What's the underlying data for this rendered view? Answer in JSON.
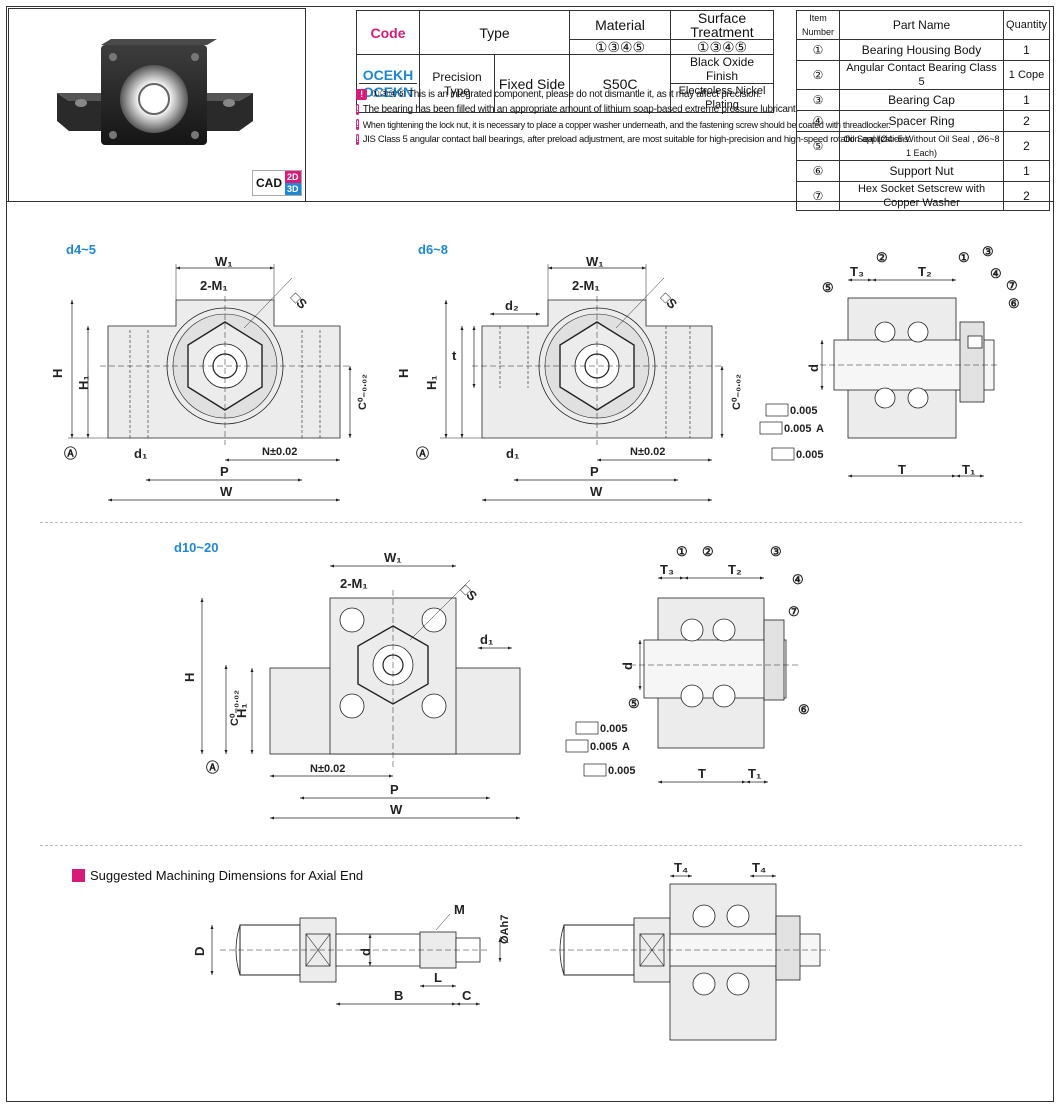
{
  "spec_table": {
    "code_header": "Code",
    "type_header": "Type",
    "material_header": "Material",
    "material_marks": "①③④⑤",
    "surface_header": "Surface Treatment",
    "surface_marks": "①③④⑤",
    "code_1": "OCEKH",
    "code_2": "OCEKN",
    "type_1": "Precision Type",
    "type_2": "Fixed Side",
    "material": "S50C",
    "surface_1": "Black Oxide Finish",
    "surface_2": "Electroless Nickel Plating"
  },
  "notes": [
    "①③④⑤ This is an integrated component, please do not dismantle it, as it may affect precision.",
    "The bearing has been filled with an appropriate amount of lithium soap-based extreme pressure lubricant.",
    "When tightening the lock nut, it is necessary to place a copper washer underneath, and the fastening screw should be coated with threadlocker.",
    "JIS Class 5 angular contact ball bearings, after preload adjustment, are most suitable for high-precision and high-speed rotation applications."
  ],
  "parts_table": {
    "headers": [
      "Item Number",
      "Part Name",
      "Quantity"
    ],
    "rows": [
      {
        "no": "①",
        "name": "Bearing Housing Body",
        "qty": "1"
      },
      {
        "no": "②",
        "name": "Angular Contact Bearing Class 5",
        "qty": "1 Cope"
      },
      {
        "no": "③",
        "name": "Bearing Cap",
        "qty": "1"
      },
      {
        "no": "④",
        "name": "Spacer Ring",
        "qty": "2"
      },
      {
        "no": "⑤",
        "name": "Oil Seal (Ø4~5 Without Oil Seal , Ø6~8 1 Each)",
        "qty": "2"
      },
      {
        "no": "⑥",
        "name": "Support Nut",
        "qty": "1"
      },
      {
        "no": "⑦",
        "name": "Hex Socket Setscrew with Copper Washer",
        "qty": "2"
      }
    ]
  },
  "cad": {
    "label": "CAD",
    "d2": "2D",
    "d3": "3D"
  },
  "sections": {
    "d45": "d4~5",
    "d68": "d6~8",
    "d1020": "d10~20",
    "machining": "Suggested Machining Dimensions for Axial End"
  },
  "dims": {
    "W1": "W₁",
    "M1": "2-M₁",
    "S": "□S",
    "H": "H",
    "H1": "H₁",
    "C": "C⁰₋₀.₀₂",
    "A": "Ⓐ",
    "d1": "d₁",
    "d2": "d₂",
    "t": "t",
    "P": "P",
    "W": "W",
    "N": "N±0.02",
    "T": "T",
    "T1": "T₁",
    "T2": "T₂",
    "T3": "T₃",
    "T4": "T₄",
    "d": "d",
    "tol_par": "0.005",
    "tol_perp": "0.005",
    "datum": "A",
    "M": "M",
    "A_h7": "ØAh7",
    "D": "D",
    "B": "B",
    "L": "L",
    "Cc": "C",
    "n1": "①",
    "n2": "②",
    "n3": "③",
    "n4": "④",
    "n5": "⑤",
    "n6": "⑥",
    "n7": "⑦"
  },
  "colors": {
    "accent_pink": "#d81b76",
    "accent_blue": "#1e88d4",
    "part_fill": "#ececec",
    "line": "#222222"
  }
}
